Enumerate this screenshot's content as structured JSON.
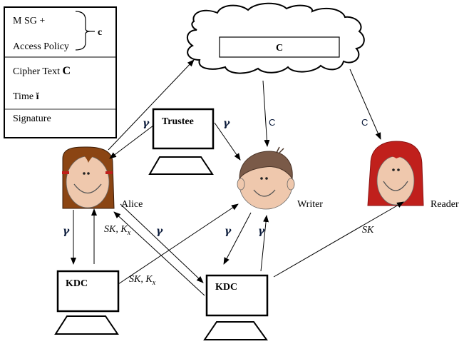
{
  "legend_box": {
    "msg_line": "M SG +",
    "policy_line": "Access Policy",
    "brace_label": "c",
    "cipher_prefix": "Cipher Text",
    "cipher_symbol": "C",
    "time_prefix": "Time",
    "time_symbol": "ĭ",
    "signature": "Signature"
  },
  "cloud": {
    "content": "C"
  },
  "nodes": {
    "trustee": "Trustee",
    "kdc1": "KDC",
    "kdc2": "KDC"
  },
  "actors": {
    "alice": "Alice",
    "writer": "Writer",
    "reader": "Reader"
  },
  "edge_labels": {
    "gamma": "γ",
    "c": "C",
    "sk": "SK",
    "sk_kx_main": "SK, K",
    "sk_kx_sub": "x"
  },
  "colors": {
    "alice_hair": "#8b4513",
    "reader_hair": "#c0201c",
    "writer_hair": "#7a5a48",
    "skin": "#efc8ad"
  }
}
